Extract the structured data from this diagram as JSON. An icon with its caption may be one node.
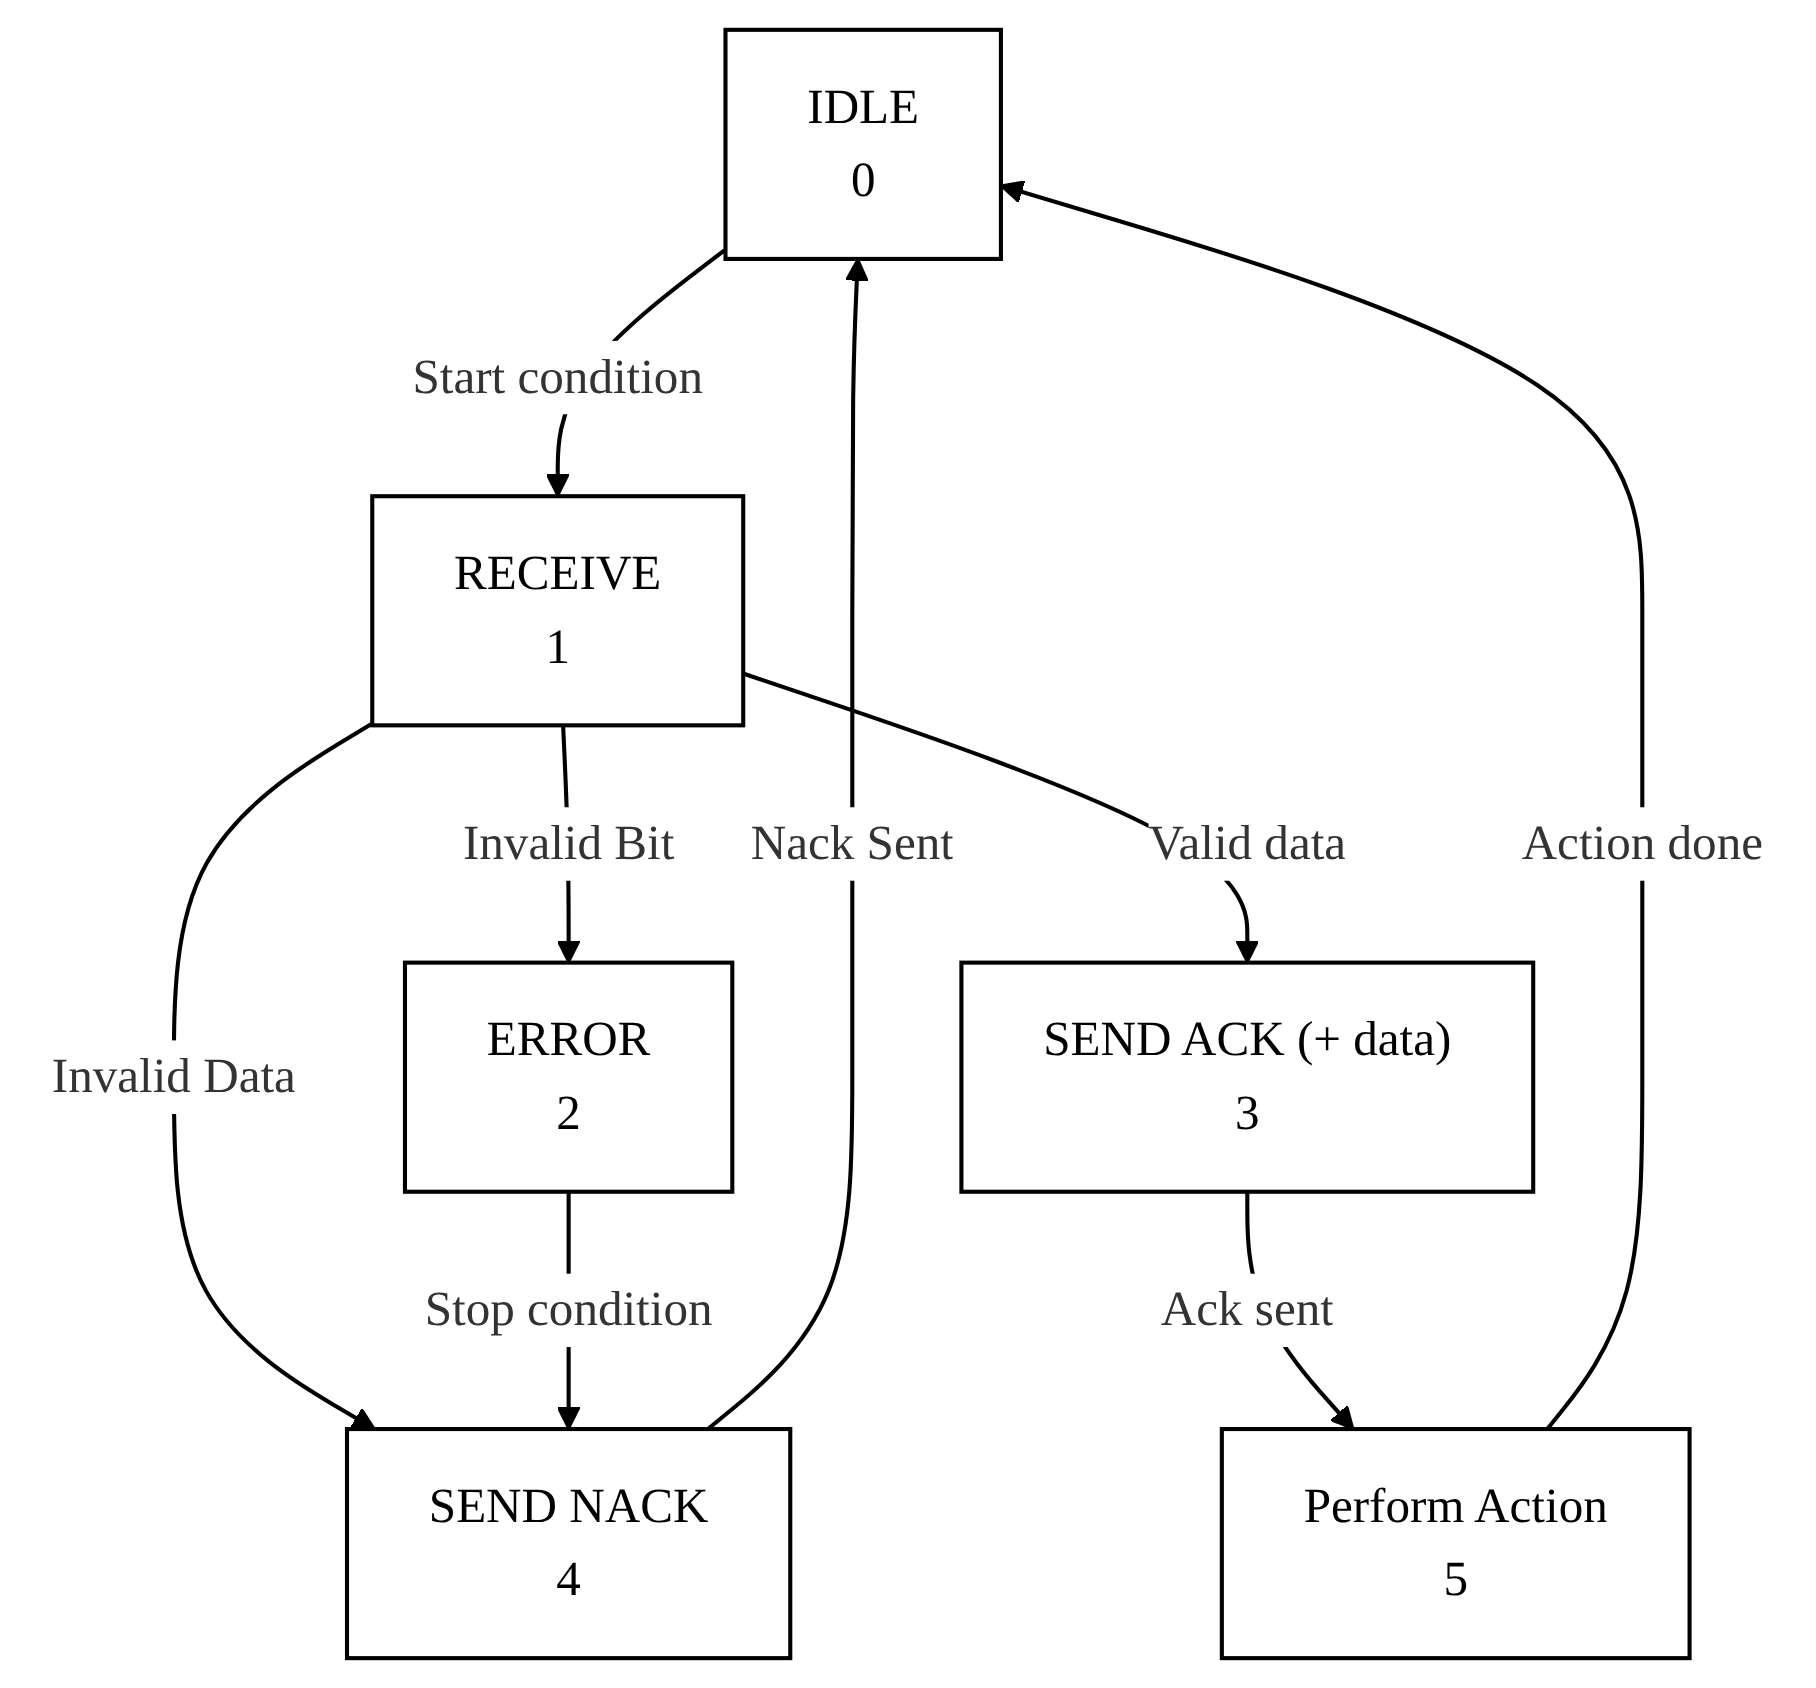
{
  "diagram": {
    "nodes": [
      {
        "text": [
          "IDLE",
          "0"
        ]
      },
      {
        "text": [
          "RECEIVE",
          "1"
        ]
      },
      {
        "text": [
          "ERROR",
          "2"
        ]
      },
      {
        "text": [
          "SEND ACK (+ data)",
          "3"
        ]
      },
      {
        "text": [
          "SEND NACK",
          "4"
        ]
      },
      {
        "text": [
          "Perform Action",
          "5"
        ]
      }
    ],
    "edges": [
      {
        "from": 0,
        "to": 1,
        "arrow": "to",
        "label": "Start condition"
      },
      {
        "from": 1,
        "to": 2,
        "arrow": "to",
        "label": "Invalid Bit"
      },
      {
        "from": 1,
        "to": 3,
        "arrow": "to",
        "label": "Valid data"
      },
      {
        "from": 1,
        "to": 4,
        "arrow": "to",
        "label": "Invalid Data"
      },
      {
        "from": 2,
        "to": 4,
        "arrow": "to",
        "label": "Stop condition"
      },
      {
        "from": 3,
        "to": 5,
        "arrow": "to",
        "label": "Ack sent"
      },
      {
        "from": 4,
        "to": 0,
        "arrow": "to",
        "label": "Nack Sent"
      },
      {
        "from": 5,
        "to": 0,
        "arrow": "to",
        "label": "Action done"
      }
    ]
  }
}
